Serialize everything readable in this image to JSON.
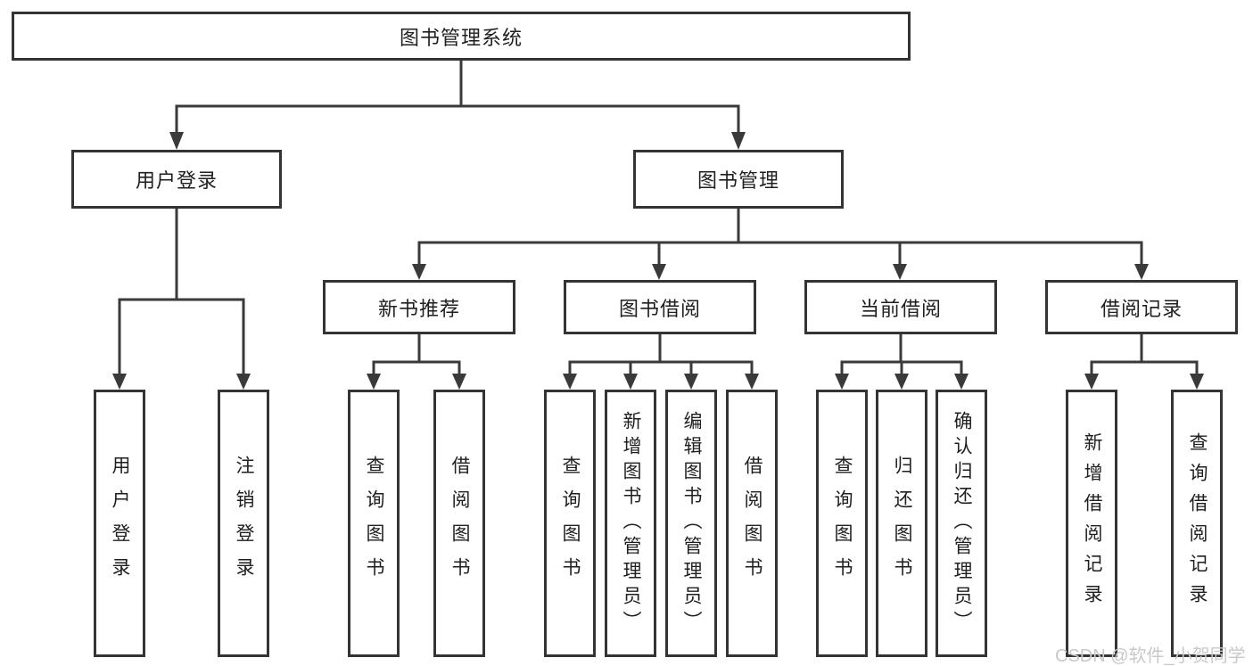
{
  "nodes": {
    "root": "图书管理系统",
    "l2": [
      "用户登录",
      "图书管理"
    ],
    "l3": [
      "新书推荐",
      "图书借阅",
      "当前借阅",
      "借阅记录"
    ],
    "leaf": [
      "用户登录",
      "注销登录",
      "查询图书",
      "借阅图书",
      "查询图书",
      "新增图书（管理员）",
      "编辑图书（管理员）",
      "借阅图书",
      "查询图书",
      "归还图书",
      "确认归还（管理员）",
      "新增借阅记录",
      "查询借阅记录"
    ]
  },
  "watermark": "CSDN @软件_小贺同学",
  "colors": {
    "line": "#3a3a3a",
    "border": "#343434",
    "text": "#1f1f1f",
    "watermark": "#c9c9c9",
    "background": "#ffffff"
  }
}
